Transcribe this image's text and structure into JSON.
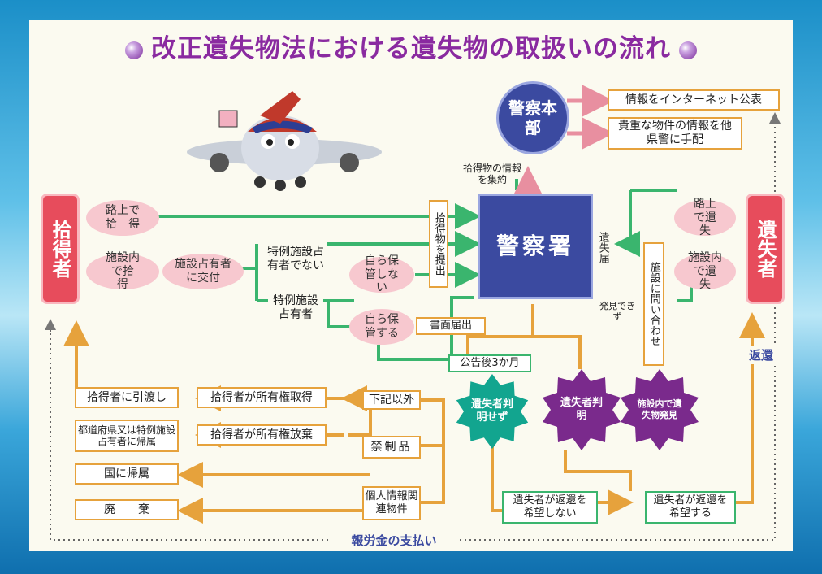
{
  "title": "改正遺失物法における遺失物の取扱いの流れ",
  "colors": {
    "green": "#3ab56e",
    "orange": "#e6a23c",
    "pink": "#e88fa0",
    "purple_star": "#7a2a8c",
    "teal": "#12a58f",
    "navy": "#3b4aa0"
  },
  "nodes": {
    "finder": "拾得者",
    "loser": "遺失者",
    "hq": "警察本部",
    "station": "警察署",
    "road_find": "路上で拾　得",
    "facility_find": "施設内で拾　得",
    "hand_to_owner": "施設占有者に交付",
    "special_not": "特例施設占有者でない",
    "special": "特例施設占有者",
    "self_keep_no": "自ら保管しない",
    "self_keep_yes": "自ら保管する",
    "submit_item": "拾得物を提出",
    "written_notice": "書面届出",
    "collect_info": "拾得物の情報を集約",
    "info_internet": "情報をインターネット公表",
    "info_other": "貴重な物件の情報を他県警に手配",
    "loss_report": "遺失届",
    "road_lose": "路上で遺　失",
    "facility_lose": "施設内で遺　失",
    "inquire_facility": "施設に問い合わせ",
    "not_found": "発見できず",
    "notice_3m": "公告後3か月",
    "owner_unknown": "遺失者判明せず",
    "owner_known": "遺失者判　明",
    "found_in_facility": "施設内で遺失物発見",
    "others": "下記以外",
    "banned": "禁制品",
    "personal_info": "個人情報関連物件",
    "finder_acquire": "拾得者が所有権取得",
    "finder_waive": "拾得者が所有権放棄",
    "deliver_finder": "拾得者に引渡し",
    "belong_pref": "都道府県又は特例施設占有者に帰属",
    "belong_country": "国に帰属",
    "dispose": "廃　　棄",
    "no_return": "遺失者が返還を希望しない",
    "want_return": "遺失者が返還を希望する",
    "return": "返還",
    "reward": "報労金の支払い"
  }
}
